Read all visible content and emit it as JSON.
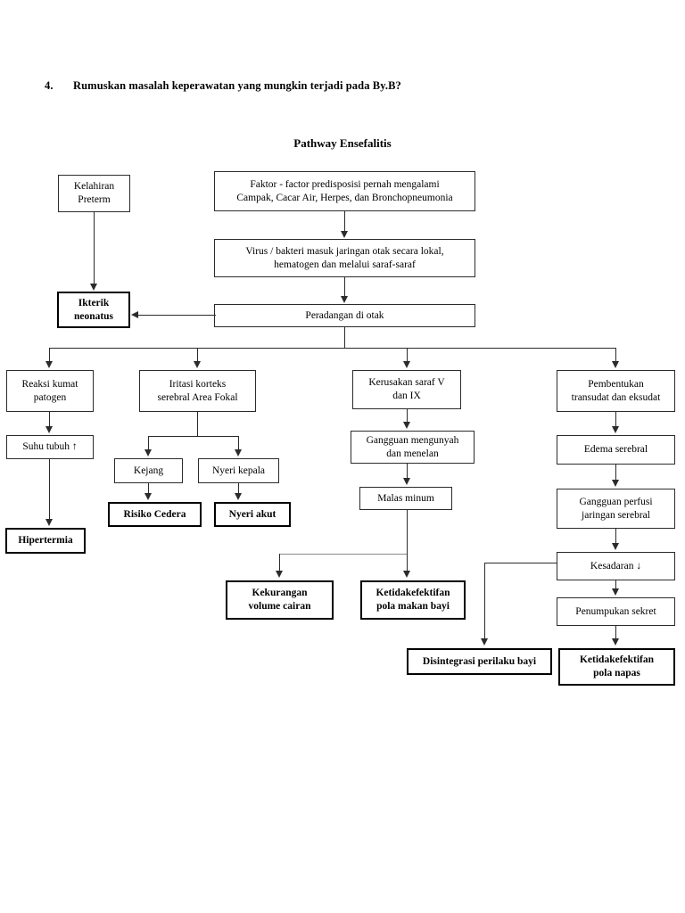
{
  "question": {
    "number": "4.",
    "text": "Rumuskan masalah keperawatan yang mungkin terjadi pada By.B?"
  },
  "chart_title": "Pathway Ensefalitis",
  "nodes": {
    "kelahiran_preterm": "Kelahiran\nPreterm",
    "faktor_predisposisi": "Faktor - factor predisposisi pernah mengalami\nCampak, Cacar Air, Herpes, dan Bronchopneumonia",
    "virus_bakteri": "Virus / bakteri masuk jaringan otak secara lokal,\nhematogen dan melalui saraf-saraf",
    "ikterik_neonatus": "Ikterik\nneonatus",
    "peradangan_otak": "Peradangan di otak",
    "reaksi_kumat_patogen": "Reaksi kumat\npatogen",
    "iritasi_korteks": "Iritasi korteks\nserebral Area Fokal",
    "kerusakan_saraf": "Kerusakan saraf V\ndan IX",
    "pembentukan_transudat": "Pembentukan\ntransudat dan eksudat",
    "suhu_tubuh": "Suhu tubuh ↑",
    "gangguan_mengunyah": "Gangguan mengunyah\ndan menelan",
    "edema_serebral": "Edema serebral",
    "kejang": "Kejang",
    "nyeri_kepala": "Nyeri kepala",
    "malas_minum": "Malas minum",
    "gangguan_perfusi": "Gangguan perfusi\njaringan serebral",
    "hipertermia": "Hipertermia",
    "risiko_cedera": "Risiko Cedera",
    "nyeri_akut": "Nyeri akut",
    "kesadaran": "Kesadaran ↓",
    "penumpukan_sekret": "Penumpukan sekret",
    "kekurangan_volume_cairan": "Kekurangan\nvolume cairan",
    "ketidakefektifan_pola_makan": "Ketidakefektifan\npola makan bayi",
    "disintegrasi_perilaku": "Disintegrasi perilaku bayi",
    "ketidakefektifan_pola_napas": "Ketidakefektifan\npola napas"
  }
}
